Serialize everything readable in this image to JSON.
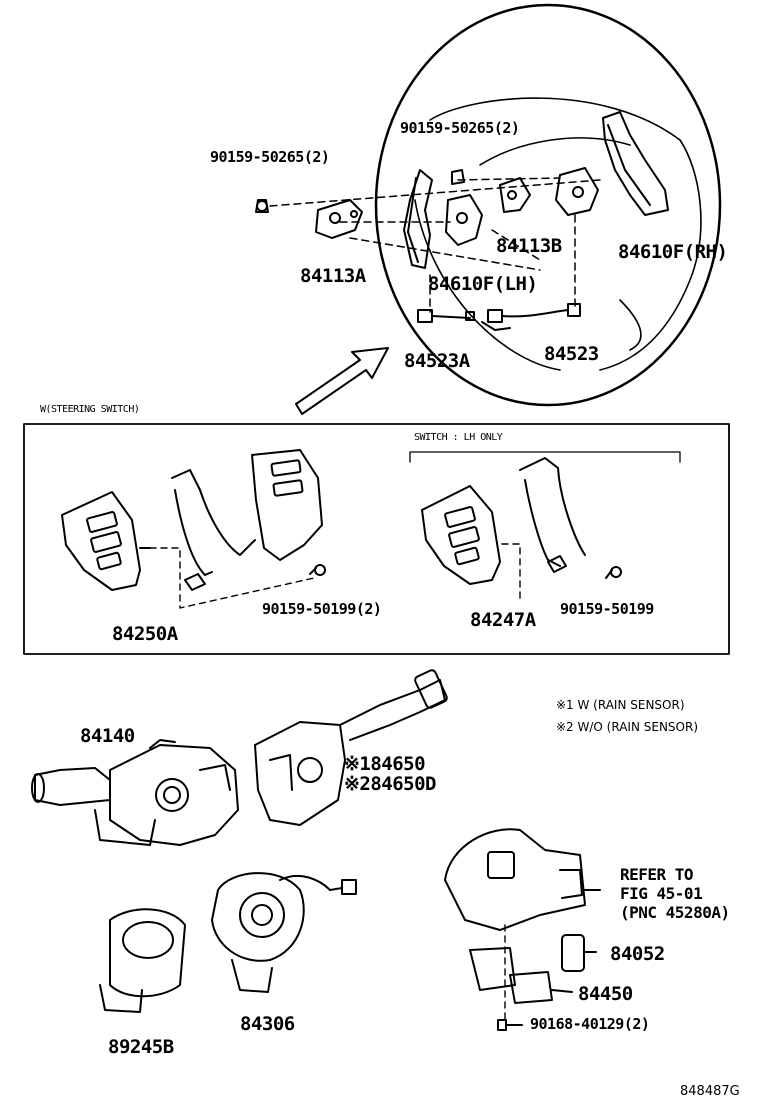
{
  "labels": {
    "bolt_top_left": "90159-50265(2)",
    "bolt_top_right": "90159-50265(2)",
    "bracket_a": "84113A",
    "bracket_b": "84113B",
    "paddle_lh": "84610F(LH)",
    "paddle_rh": "84610F(RH)",
    "wire_a": "84523A",
    "wire": "84523",
    "steering_note": "W(STEERING SWITCH)",
    "switch_lh_only": "SWITCH : LH ONLY",
    "switch_84250a": "84250A",
    "bolt_50199_2": "90159-50199(2)",
    "switch_84247a": "84247A",
    "bolt_50199": "90159-50199",
    "legend_1": "※1 W (RAIN SENSOR)",
    "legend_2": "※2 W/O (RAIN SENSOR)",
    "combo_84140": "84140",
    "combo_84650": "※184650",
    "combo_84650d": "※284650D",
    "refer_line1": "REFER TO",
    "refer_line2": "FIG 45-01",
    "refer_line3": "(PNC 45280A)",
    "part_84052": "84052",
    "part_84450": "84450",
    "bolt_40129": "90168-40129(2)",
    "part_89245b": "89245B",
    "part_84306": "84306",
    "figure_id": "848487G"
  },
  "icons": {
    "wheel": "steering-wheel-outline",
    "arrow": "direction-arrow"
  }
}
